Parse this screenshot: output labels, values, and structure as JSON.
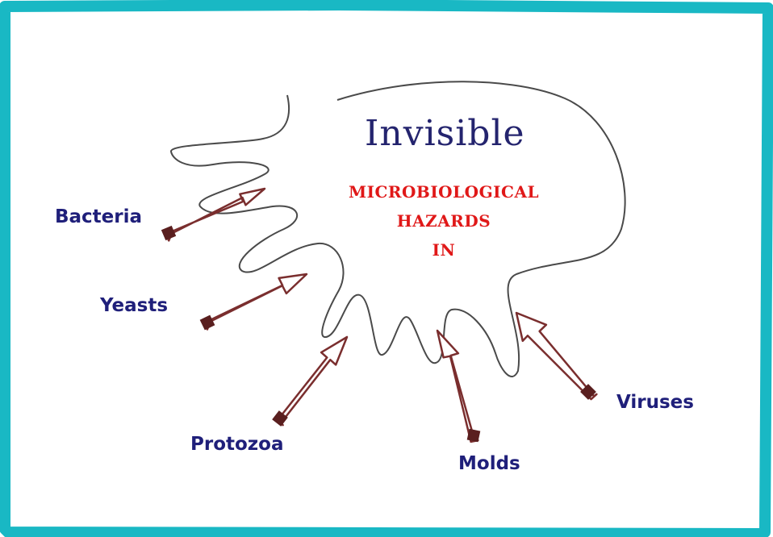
{
  "title": "Invisible",
  "subtitle_lines": [
    "MICROBIOLOGICAL",
    "HAZARDS",
    "IN"
  ],
  "colors": {
    "frame": "#19b8c4",
    "label_text": "#1f1f7a",
    "subtitle_text": "#e01818",
    "arrow": "#7a2e2e"
  },
  "hazards": [
    {
      "label": "Bacteria"
    },
    {
      "label": "Yeasts"
    },
    {
      "label": "Protozoa"
    },
    {
      "label": "Molds"
    },
    {
      "label": "Viruses"
    }
  ]
}
